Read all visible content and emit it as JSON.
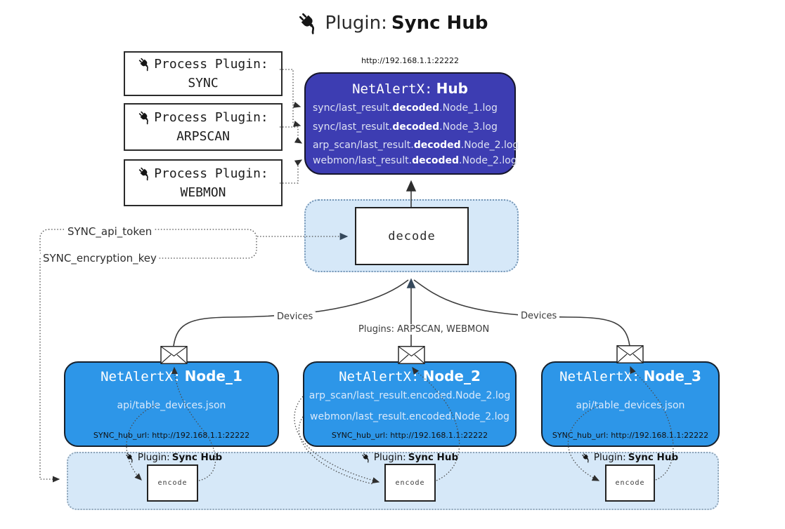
{
  "title": {
    "label": "Plugin:",
    "name": "Sync Hub"
  },
  "process_plugins": [
    {
      "label": "Process Plugin:",
      "name": "SYNC"
    },
    {
      "label": "Process Plugin:",
      "name": "ARPSCAN"
    },
    {
      "label": "Process Plugin:",
      "name": "WEBMON"
    }
  ],
  "hub": {
    "url": "http://192.168.1.1:22222",
    "title_label": "NetAlertX:",
    "title_name": "Hub",
    "lines": [
      {
        "pre": "sync/last_result.",
        "bold": "decoded",
        "post": ".Node_1.log"
      },
      {
        "pre": "sync/last_result.",
        "bold": "decoded",
        "post": ".Node_3.log"
      },
      {
        "pre": "arp_scan/last_result.",
        "bold": "decoded",
        "post": ".Node_2.log"
      },
      {
        "pre": "webmon/last_result.",
        "bold": "decoded",
        "post": ".Node_2.log"
      }
    ]
  },
  "settings": {
    "api_token": "SYNC_api_token",
    "encryption_key": "SYNC_encryption_key"
  },
  "decode": {
    "label": "decode"
  },
  "edge_labels": {
    "left": "Devices",
    "middle": "Plugins: ARPSCAN, WEBMON",
    "right": "Devices"
  },
  "nodes": [
    {
      "title_label": "NetAlertX:",
      "title_name": "Node_1",
      "lines": [
        "api/table_devices.json"
      ],
      "hub_url": "SYNC_hub_url: http://192.168.1.1:22222"
    },
    {
      "title_label": "NetAlertX:",
      "title_name": "Node_2",
      "lines": [
        "arp_scan/last_result.encoded.Node_2.log",
        "webmon/last_result.encoded.Node_2.log"
      ],
      "hub_url": "SYNC_hub_url: http://192.168.1.1:22222"
    },
    {
      "title_label": "NetAlertX:",
      "title_name": "Node_3",
      "lines": [
        "api/table_devices.json"
      ],
      "hub_url": "SYNC_hub_url: http://192.168.1.1:22222"
    }
  ],
  "encoders": [
    {
      "label": "Plugin:",
      "name": "Sync Hub",
      "box": "encode"
    },
    {
      "label": "Plugin:",
      "name": "Sync Hub",
      "box": "encode"
    },
    {
      "label": "Plugin:",
      "name": "Sync Hub",
      "box": "encode"
    }
  ],
  "colors": {
    "hub_bg": "#3d3db2",
    "node_bg": "#2d96e8",
    "panel_bg": "#d6e8f8",
    "line": "#3c3c3c",
    "arrow_accent": "#36495c"
  }
}
